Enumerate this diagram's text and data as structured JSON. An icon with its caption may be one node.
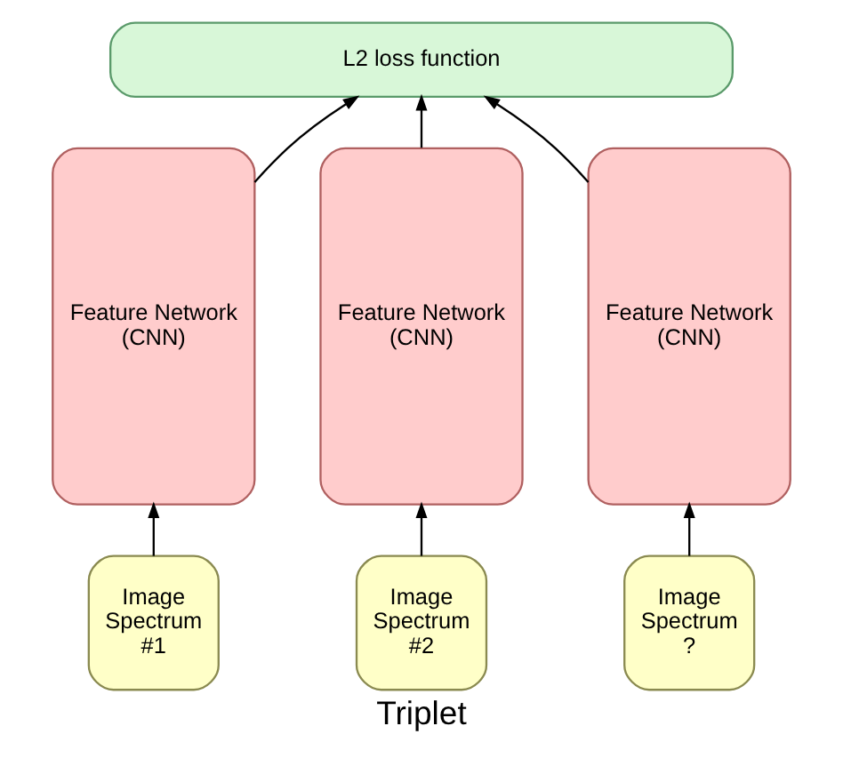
{
  "diagram": {
    "caption": "Triplet",
    "nodes": [
      {
        "text": [
          "L2 loss function"
        ]
      },
      {
        "text": [
          "Feature Network (CNN)"
        ]
      },
      {
        "text": [
          "Feature Network (CNN)"
        ]
      },
      {
        "text": [
          "Feature Network (CNN)"
        ]
      },
      {
        "text": [
          "Image Spectrum #1"
        ]
      },
      {
        "text": [
          "Image Spectrum #2"
        ]
      },
      {
        "text": [
          "Image Spectrum ?"
        ]
      }
    ],
    "edges": [
      {
        "from": 4,
        "to": 1,
        "arrow": "to"
      },
      {
        "from": 1,
        "to": 0,
        "arrow": "to"
      },
      {
        "from": 5,
        "to": 2,
        "arrow": "to"
      },
      {
        "from": 2,
        "to": 0,
        "arrow": "to"
      },
      {
        "from": 6,
        "to": 3,
        "arrow": "to"
      },
      {
        "from": 3,
        "to": 0,
        "arrow": "to"
      }
    ]
  }
}
